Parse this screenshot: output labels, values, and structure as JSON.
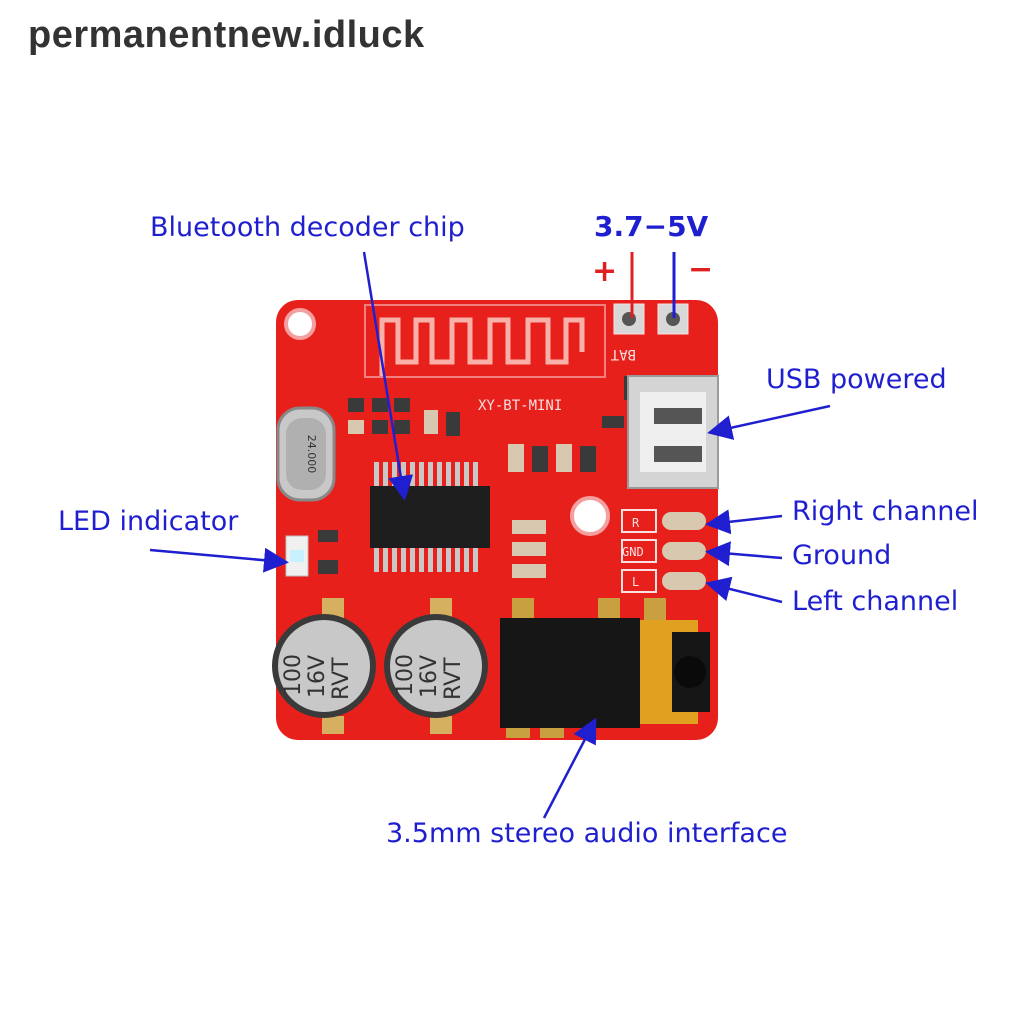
{
  "watermark": "permanentnew.idluck",
  "voltage": {
    "label": "3.7−5V",
    "plus": "+",
    "minus": "−"
  },
  "labels": {
    "bluetooth_chip": "Bluetooth decoder chip",
    "usb_powered": "USB powered",
    "led_indicator": "LED indicator",
    "right_channel": "Right channel",
    "ground": "Ground",
    "left_channel": "Left channel",
    "audio_interface": "3.5mm stereo audio interface"
  },
  "board": {
    "model": "XY-BT-MINI",
    "bat": "BAT",
    "crystal": "24.000",
    "pad_r": "R",
    "pad_gnd": "GND",
    "pad_l": "L",
    "capacitor_lines": [
      "100",
      "16V",
      "RVT"
    ],
    "pcb_color": "#e8201c"
  },
  "colors": {
    "annotation": "#1f1fd0",
    "polarity": "#e02020"
  }
}
